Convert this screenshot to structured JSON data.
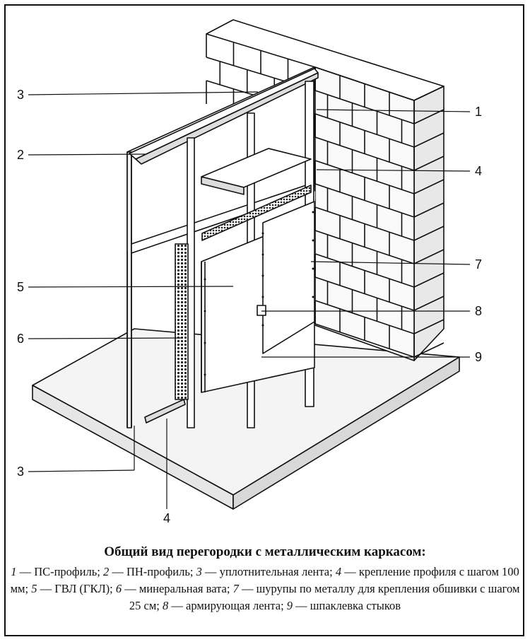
{
  "callouts": [
    {
      "id": "c3top",
      "text": "3"
    },
    {
      "id": "c2",
      "text": "2"
    },
    {
      "id": "c5",
      "text": "5"
    },
    {
      "id": "c6",
      "text": "6"
    },
    {
      "id": "c3bot",
      "text": "3"
    },
    {
      "id": "c4bot",
      "text": "4"
    },
    {
      "id": "c1",
      "text": "1"
    },
    {
      "id": "c4right",
      "text": "4"
    },
    {
      "id": "c7",
      "text": "7"
    },
    {
      "id": "c8",
      "text": "8"
    },
    {
      "id": "c9",
      "text": "9"
    }
  ],
  "caption": {
    "title": "Общий вид перегородки с металлическим каркасом:",
    "legend": [
      {
        "num": "1",
        "text": " — ПС-профиль; "
      },
      {
        "num": "2",
        "text": " — ПН-профиль; "
      },
      {
        "num": "3",
        "text": " — уплотнительная лента; "
      },
      {
        "num": "4",
        "text": " — крепление профиля с шагом 100 мм; "
      },
      {
        "num": "5",
        "text": " — ГВЛ (ГКЛ); "
      },
      {
        "num": "6",
        "text": " — минеральная вата; "
      },
      {
        "num": "7",
        "text": " — шурупы по металлу для крепления обшивки с шагом 25 см; "
      },
      {
        "num": "8",
        "text": " — армирующая лента; "
      },
      {
        "num": "9",
        "text": " — шпаклевка стыков"
      }
    ]
  }
}
